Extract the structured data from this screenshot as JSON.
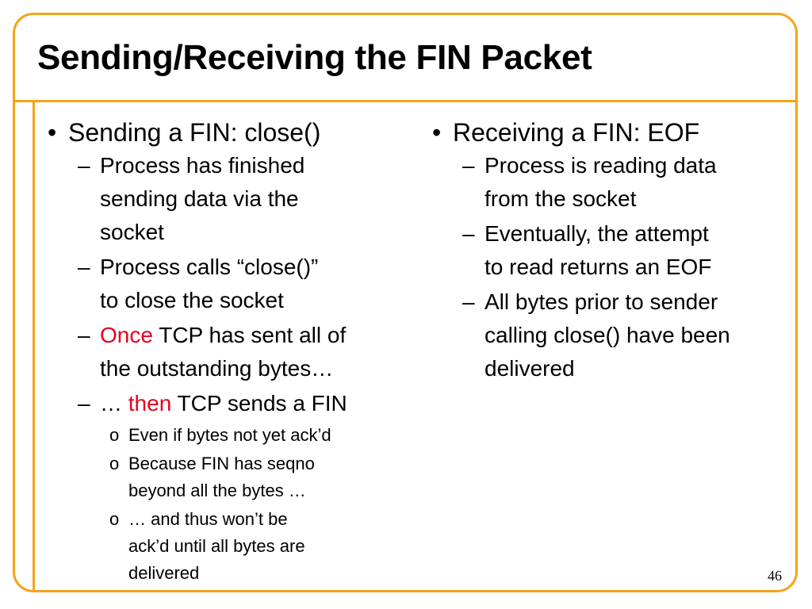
{
  "slide": {
    "title": "Sending/Receiving the FIN Packet",
    "page_number": "46",
    "accent_color": "#f5a31a",
    "highlight_color": "#e8001f"
  },
  "left": {
    "heading_bullet": "•",
    "heading": "Sending a FIN: close()",
    "items": [
      {
        "bullet": "–",
        "text": "Process has finished\nsending data via the\nsocket"
      },
      {
        "bullet": "–",
        "text": "Process calls “close()”\nto close the socket"
      },
      {
        "bullet": "–",
        "red": "Once",
        "text": " TCP has sent all of\nthe outstanding bytes…"
      },
      {
        "bullet": "–",
        "prefix": "… ",
        "red": "then",
        "text": " TCP sends a FIN"
      }
    ],
    "subitems": [
      {
        "bullet": "o",
        "text": "Even if bytes not yet ack’d"
      },
      {
        "bullet": "o",
        "text": "Because FIN has seqno\nbeyond all the bytes …"
      },
      {
        "bullet": "o",
        "text": "… and thus won’t be\nack’d until all bytes are\ndelivered"
      }
    ]
  },
  "right": {
    "heading_bullet": "•",
    "heading": "Receiving a FIN: EOF",
    "items": [
      {
        "bullet": "–",
        "text": "Process is reading data\nfrom the socket"
      },
      {
        "bullet": "–",
        "text": "Eventually, the attempt\nto read returns an EOF"
      },
      {
        "bullet": "–",
        "text": "All bytes prior to sender\ncalling close() have been\ndelivered"
      }
    ]
  }
}
